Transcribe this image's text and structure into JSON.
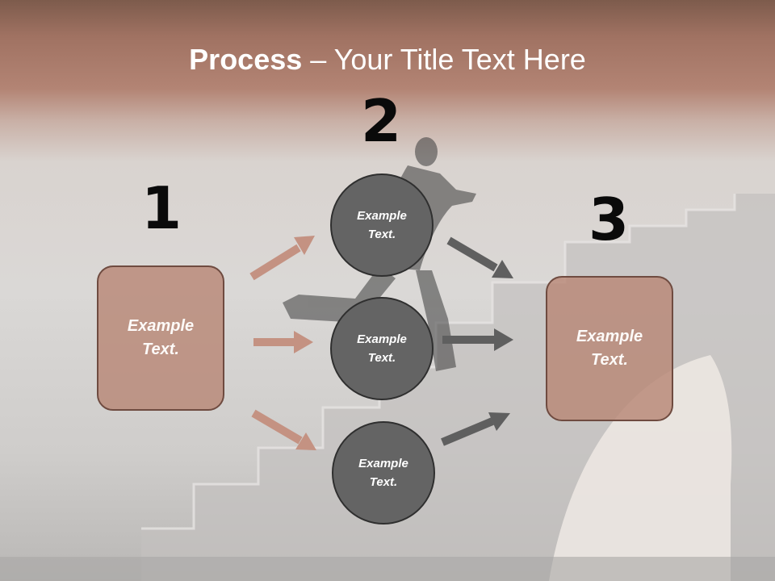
{
  "title": {
    "bold": "Process",
    "rest": " – Your Title Text Here"
  },
  "steps": {
    "one": "1",
    "two": "2",
    "three": "3"
  },
  "left_box": {
    "text": "Example\nText."
  },
  "right_box": {
    "text": "Example\nText."
  },
  "circles": [
    {
      "text": "Example\nText."
    },
    {
      "text": "Example\nText."
    },
    {
      "text": "Example\nText."
    }
  ],
  "colors": {
    "box_fill": "#b98a78",
    "box_border": "#6f4b40",
    "circle_fill": "#646464",
    "arrow_tan": "#c49282",
    "arrow_gray": "#5f5f5f",
    "header": "#a07262"
  }
}
